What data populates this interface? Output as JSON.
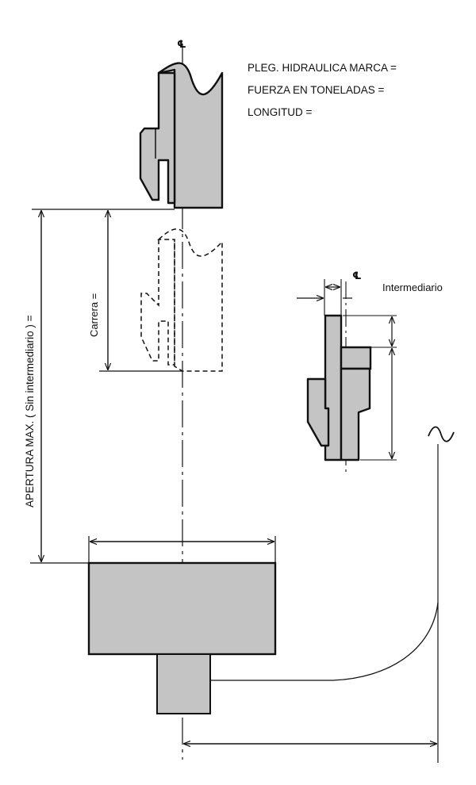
{
  "labels": {
    "press_brand": "PLEG. HIDRAULICA MARCA =",
    "tonnage": "FUERZA EN TONELADAS =",
    "length": "LONGITUD =",
    "stroke": "Carrera =",
    "max_opening": "APERTURA MAX. ( Sin intermediario ) =",
    "intermediate": "Intermediario",
    "centerline": "℄"
  },
  "colors": {
    "fill": "#c4c4c4",
    "stroke": "#111111",
    "background": "#ffffff"
  }
}
